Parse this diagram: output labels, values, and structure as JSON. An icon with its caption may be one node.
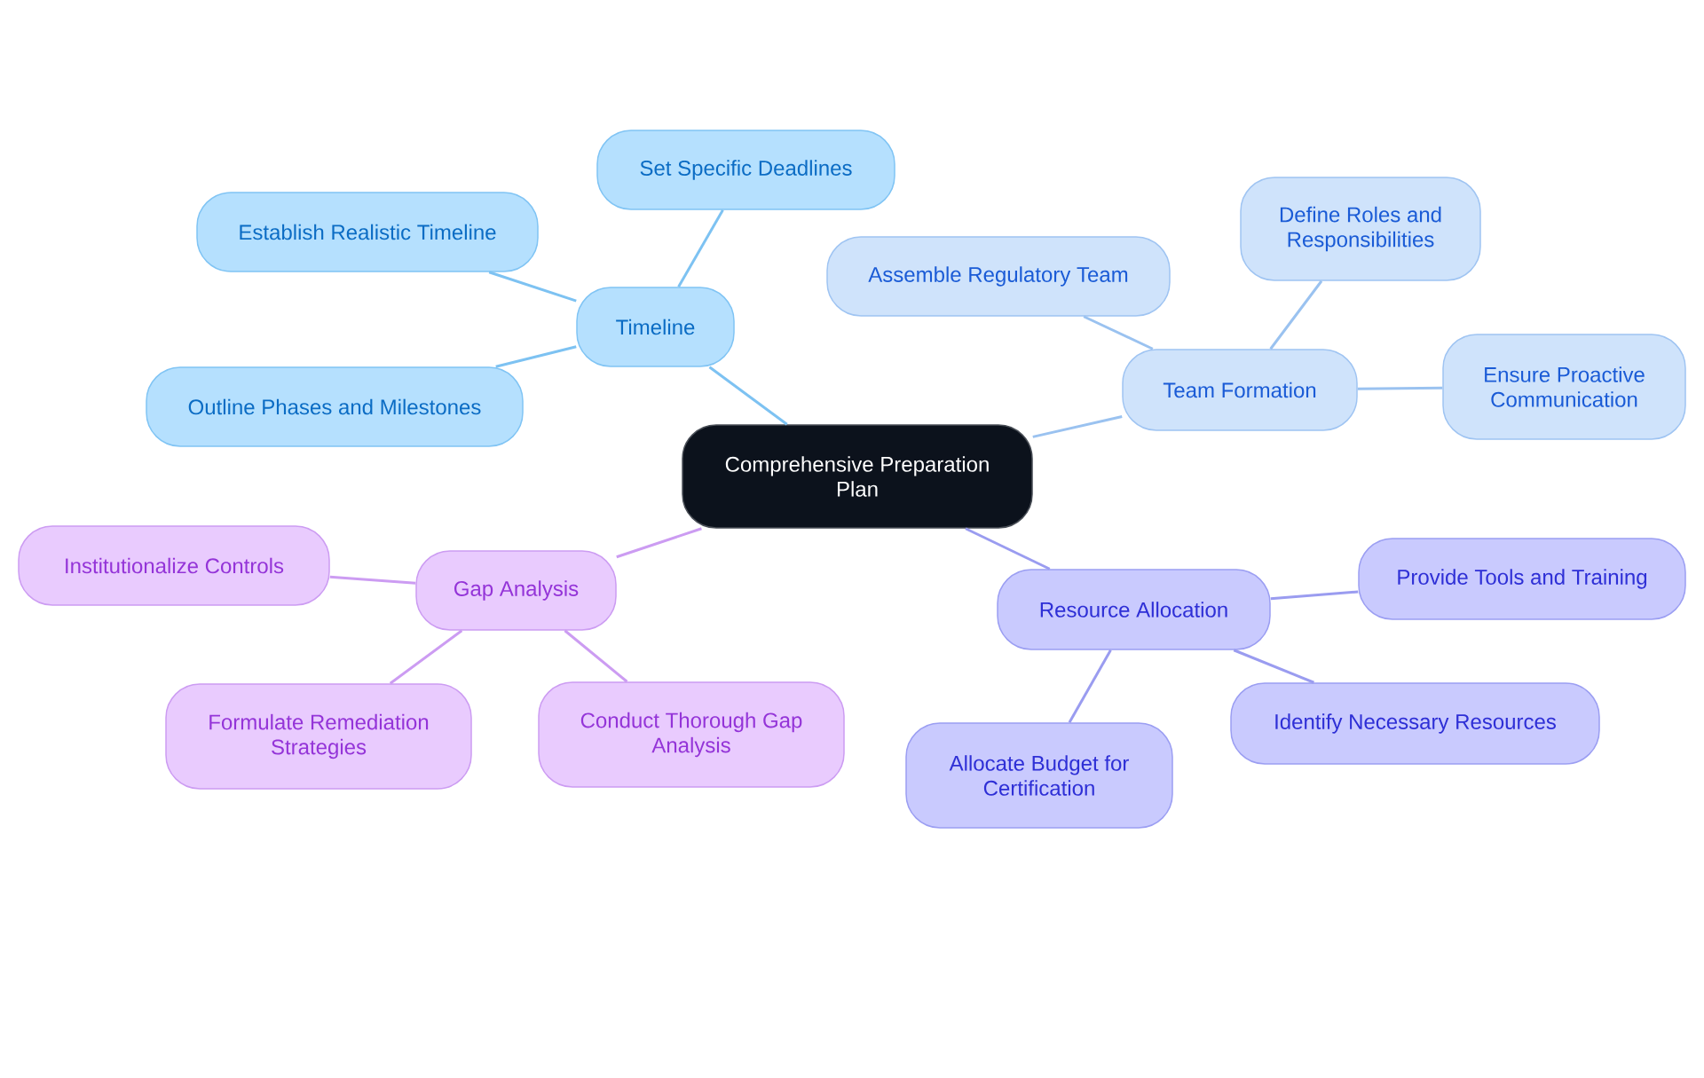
{
  "diagram": {
    "nodes": [
      {
        "text": [
          "Comprehensive Preparation Plan"
        ]
      },
      {
        "text": [
          "Timeline"
        ]
      },
      {
        "text": [
          "Set Specific Deadlines"
        ]
      },
      {
        "text": [
          "Establish Realistic Timeline"
        ]
      },
      {
        "text": [
          "Outline Phases and Milestones"
        ]
      },
      {
        "text": [
          "Team Formation"
        ]
      },
      {
        "text": [
          "Assemble Regulatory Team"
        ]
      },
      {
        "text": [
          "Define Roles and Responsibilities"
        ]
      },
      {
        "text": [
          "Ensure Proactive Communication"
        ]
      },
      {
        "text": [
          "Gap Analysis"
        ]
      },
      {
        "text": [
          "Institutionalize Controls"
        ]
      },
      {
        "text": [
          "Formulate Remediation Strategies"
        ]
      },
      {
        "text": [
          "Conduct Thorough Gap Analysis"
        ]
      },
      {
        "text": [
          "Resource Allocation"
        ]
      },
      {
        "text": [
          "Provide Tools and Training"
        ]
      },
      {
        "text": [
          "Identify Necessary Resources"
        ]
      },
      {
        "text": [
          "Allocate Budget for Certification"
        ]
      }
    ],
    "edges": [
      {
        "from": 0,
        "to": 1,
        "arrow": "none",
        "color": "#7dc2f2"
      },
      {
        "from": 1,
        "to": 2,
        "arrow": "none",
        "color": "#7dc2f2"
      },
      {
        "from": 1,
        "to": 3,
        "arrow": "none",
        "color": "#7dc2f2"
      },
      {
        "from": 1,
        "to": 4,
        "arrow": "none",
        "color": "#7dc2f2"
      },
      {
        "from": 0,
        "to": 5,
        "arrow": "none",
        "color": "#9ac2f0"
      },
      {
        "from": 5,
        "to": 6,
        "arrow": "none",
        "color": "#9ac2f0"
      },
      {
        "from": 5,
        "to": 7,
        "arrow": "none",
        "color": "#9ac2f0"
      },
      {
        "from": 5,
        "to": 8,
        "arrow": "none",
        "color": "#9ac2f0"
      },
      {
        "from": 0,
        "to": 9,
        "arrow": "none",
        "color": "#cc9cf2"
      },
      {
        "from": 9,
        "to": 10,
        "arrow": "none",
        "color": "#cc9cf2"
      },
      {
        "from": 9,
        "to": 11,
        "arrow": "none",
        "color": "#cc9cf2"
      },
      {
        "from": 9,
        "to": 12,
        "arrow": "none",
        "color": "#cc9cf2"
      },
      {
        "from": 0,
        "to": 13,
        "arrow": "none",
        "color": "#9a9cf0"
      },
      {
        "from": 13,
        "to": 14,
        "arrow": "none",
        "color": "#9a9cf0"
      },
      {
        "from": 13,
        "to": 15,
        "arrow": "none",
        "color": "#9a9cf0"
      },
      {
        "from": 13,
        "to": 16,
        "arrow": "none",
        "color": "#9a9cf0"
      }
    ]
  }
}
